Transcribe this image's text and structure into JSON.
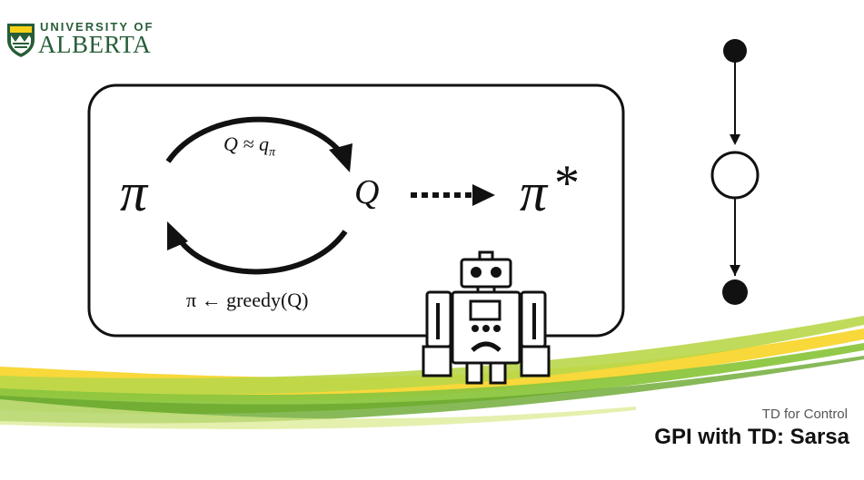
{
  "logo": {
    "line1": "UNIVERSITY OF",
    "line2": "ALBERTA"
  },
  "diagram": {
    "pi": "π",
    "q": "Q",
    "pistar_pi": "π",
    "pistar_star": "*",
    "top_label_main": "Q ≈ q",
    "top_label_sub": "π",
    "bottom_label": "π ← greedy(Q)"
  },
  "slide": {
    "subtitle": "TD for Control",
    "title": "GPI with TD: Sarsa"
  },
  "colors": {
    "brand_green": "#275d38",
    "wave_green": "#8cc63f",
    "wave_yellow": "#f7d117"
  },
  "icons": [
    "shield-logo-icon",
    "robot-icon",
    "backup-diagram-icon"
  ]
}
